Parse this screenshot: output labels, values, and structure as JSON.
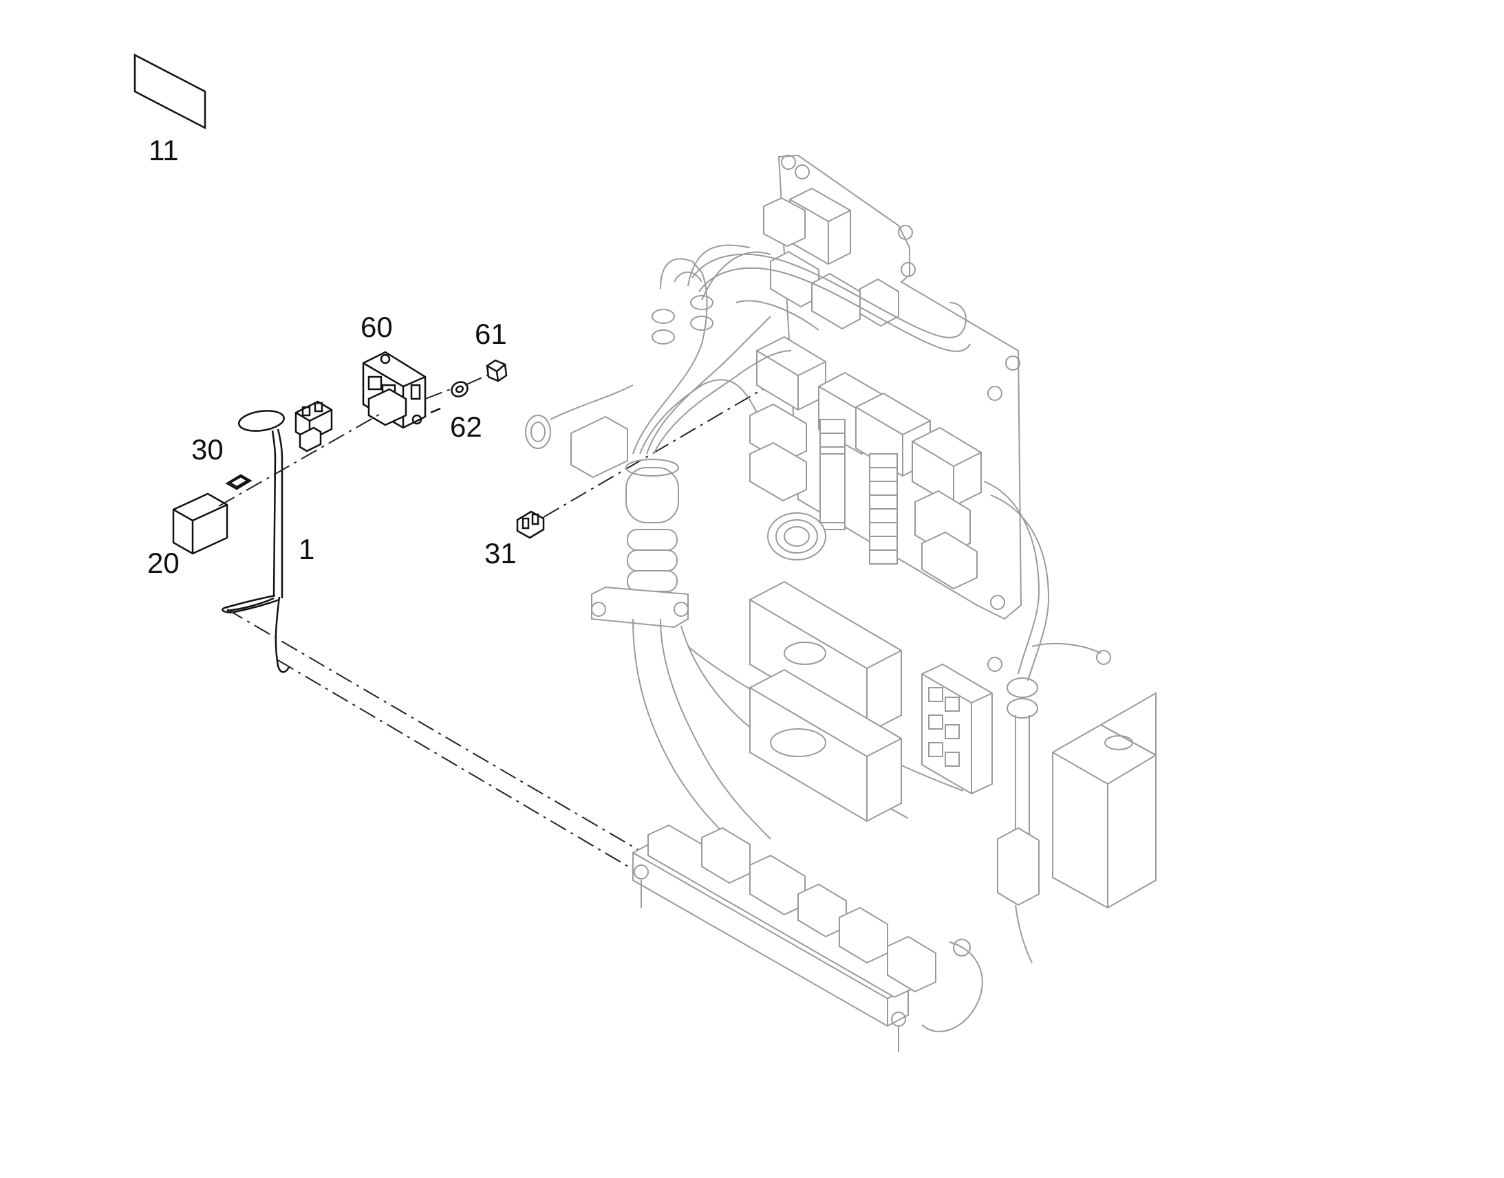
{
  "diagram": {
    "callouts": [
      {
        "id": "c11",
        "text": "11"
      },
      {
        "id": "c60",
        "text": "60"
      },
      {
        "id": "c61",
        "text": "61"
      },
      {
        "id": "c62",
        "text": "62"
      },
      {
        "id": "c30",
        "text": "30"
      },
      {
        "id": "c1",
        "text": "1"
      },
      {
        "id": "c20",
        "text": "20"
      },
      {
        "id": "c31",
        "text": "31"
      }
    ]
  }
}
